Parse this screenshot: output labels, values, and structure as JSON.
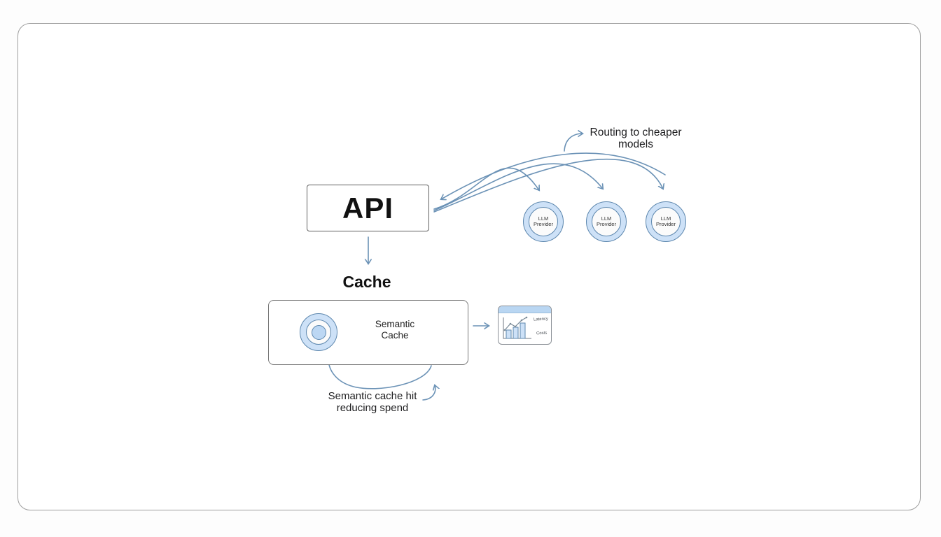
{
  "api": {
    "label": "API"
  },
  "cache": {
    "title": "Cache",
    "box": {
      "line1": "Semantic",
      "line2": "Cache"
    }
  },
  "providers": [
    {
      "line1": "LLM",
      "line2": "Previder"
    },
    {
      "line1": "LLM",
      "line2": "Provider"
    },
    {
      "line1": "LLM",
      "line2": "Provider"
    }
  ],
  "annotations": {
    "routing": {
      "line1": "Routing to cheaper",
      "line2": "models"
    },
    "cache_hit": {
      "line1": "Semantic cache hit",
      "line2": "reducing spend"
    }
  },
  "metrics": {
    "latency": "Latency",
    "costs": "Costs"
  },
  "colors": {
    "arrow": "#6b92b6",
    "shape_stroke": "#5d87ae",
    "shape_fill": "#cde1f7",
    "header_fill": "#b9d6f2",
    "box_border": "#787878",
    "frame_border": "#9e9e9e",
    "text": "#1c1c1e"
  }
}
